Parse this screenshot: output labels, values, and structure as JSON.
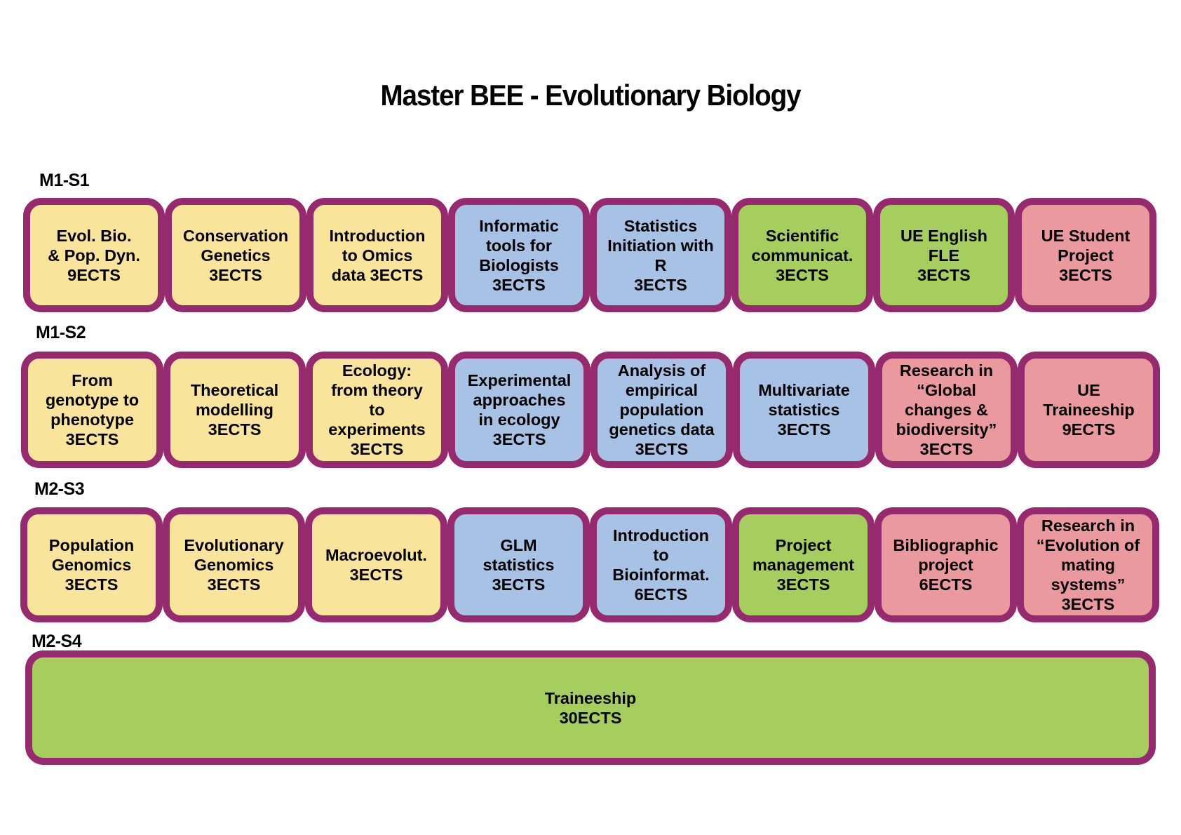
{
  "title": "Master BEE - Evolutionary Biology",
  "colors": {
    "border": "#952A6F",
    "yellow": "#F8E59B",
    "blue": "#A8C2E5",
    "green": "#A6CE5E",
    "pink": "#EA9A9E"
  },
  "semesters": [
    {
      "label": "M1-S1",
      "courses": [
        {
          "lines": [
            "Evol. Bio.",
            "& Pop. Dyn.",
            "9ECTS"
          ],
          "color": "yellow"
        },
        {
          "lines": [
            "Conservation",
            "Genetics",
            "3ECTS"
          ],
          "color": "yellow"
        },
        {
          "lines": [
            "Introduction",
            "to Omics",
            "data 3ECTS"
          ],
          "color": "yellow"
        },
        {
          "lines": [
            "Informatic",
            "tools for",
            "Biologists",
            "3ECTS"
          ],
          "color": "blue"
        },
        {
          "lines": [
            "Statistics",
            "Initiation with",
            "R",
            "3ECTS"
          ],
          "color": "blue"
        },
        {
          "lines": [
            "Scientific",
            "communicat.",
            "3ECTS"
          ],
          "color": "green"
        },
        {
          "lines": [
            "UE English",
            "FLE",
            "3ECTS"
          ],
          "color": "green"
        },
        {
          "lines": [
            "UE Student",
            "Project",
            "3ECTS"
          ],
          "color": "pink"
        }
      ]
    },
    {
      "label": "M1-S2",
      "courses": [
        {
          "lines": [
            "From",
            "genotype to",
            "phenotype",
            "3ECTS"
          ],
          "color": "yellow"
        },
        {
          "lines": [
            "Theoretical",
            "modelling",
            "3ECTS"
          ],
          "color": "yellow"
        },
        {
          "lines": [
            "Ecology:",
            "from theory",
            "to",
            "experiments",
            "3ECTS"
          ],
          "color": "yellow"
        },
        {
          "lines": [
            "Experimental",
            "approaches",
            "in ecology",
            "3ECTS"
          ],
          "color": "blue"
        },
        {
          "lines": [
            "Analysis of",
            "empirical",
            "population",
            "genetics data",
            "3ECTS"
          ],
          "color": "blue"
        },
        {
          "lines": [
            "Multivariate",
            "statistics",
            "3ECTS"
          ],
          "color": "blue"
        },
        {
          "lines": [
            "Research in",
            "“Global",
            "changes &",
            "biodiversity”",
            "3ECTS"
          ],
          "color": "pink"
        },
        {
          "lines": [
            "UE",
            "Traineeship",
            "9ECTS"
          ],
          "color": "pink"
        }
      ]
    },
    {
      "label": "M2-S3",
      "courses": [
        {
          "lines": [
            "Population",
            "Genomics",
            "3ECTS"
          ],
          "color": "yellow"
        },
        {
          "lines": [
            "Evolutionary",
            "Genomics",
            "3ECTS"
          ],
          "color": "yellow"
        },
        {
          "lines": [
            "Macroevolut.",
            "3ECTS"
          ],
          "color": "yellow"
        },
        {
          "lines": [
            "GLM",
            "statistics",
            "3ECTS"
          ],
          "color": "blue"
        },
        {
          "lines": [
            "Introduction",
            "to",
            "Bioinformat.",
            "6ECTS"
          ],
          "color": "blue"
        },
        {
          "lines": [
            "Project",
            "management",
            "3ECTS"
          ],
          "color": "green"
        },
        {
          "lines": [
            "Bibliographic",
            "project",
            "6ECTS"
          ],
          "color": "pink"
        },
        {
          "lines": [
            "Research in",
            "“Evolution of",
            "mating",
            "systems”",
            "3ECTS"
          ],
          "color": "pink"
        }
      ]
    },
    {
      "label": "M2-S4",
      "courses": [
        {
          "lines": [
            "Traineeship",
            "30ECTS"
          ],
          "color": "green"
        }
      ]
    }
  ]
}
